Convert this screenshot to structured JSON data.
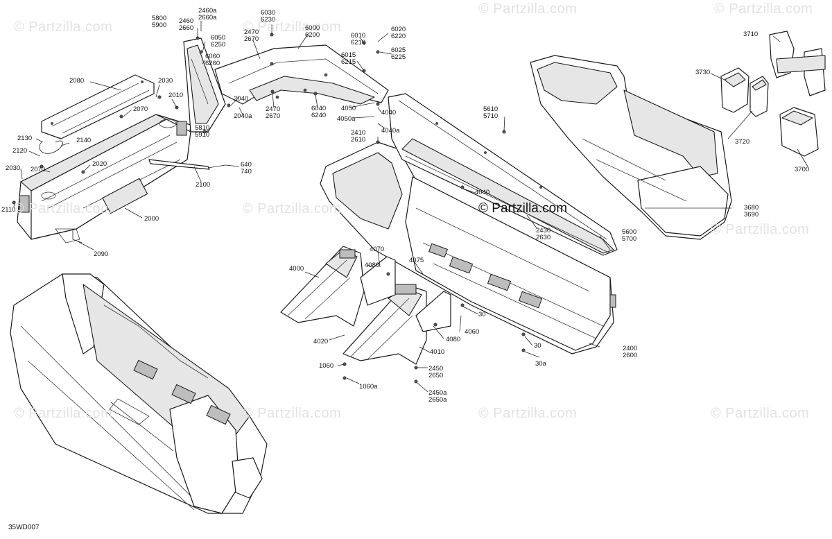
{
  "watermark": {
    "text": "© Partzilla.com",
    "color": "#e2e2e2"
  },
  "center_watermark": "© Partzilla.com",
  "diagram_code": "35WD007",
  "callouts": [
    {
      "id": "c2080",
      "text": "2080"
    },
    {
      "id": "c2030a",
      "text": "2030"
    },
    {
      "id": "c2010",
      "text": "2010"
    },
    {
      "id": "c2070a",
      "text": "2070"
    },
    {
      "id": "c2130",
      "text": "2130"
    },
    {
      "id": "c2140",
      "text": "2140"
    },
    {
      "id": "c2120",
      "text": "2120"
    },
    {
      "id": "c2030b",
      "text": "2030"
    },
    {
      "id": "c2070b",
      "text": "2070"
    },
    {
      "id": "c2020",
      "text": "2020"
    },
    {
      "id": "c2110",
      "text": "2110"
    },
    {
      "id": "c2000",
      "text": "2000"
    },
    {
      "id": "c2090",
      "text": "2090"
    },
    {
      "id": "c2100",
      "text": "2100"
    },
    {
      "id": "c640",
      "text": "640\n740"
    },
    {
      "id": "c5800",
      "text": "5800\n5900"
    },
    {
      "id": "c2460",
      "text": "2460\n2660"
    },
    {
      "id": "c2460a",
      "text": "2460a\n2660a"
    },
    {
      "id": "c6050",
      "text": "6050\n6250"
    },
    {
      "id": "c6060",
      "text": "6060\n6260"
    },
    {
      "id": "c5810",
      "text": "5810\n5910"
    },
    {
      "id": "c2470a",
      "text": "2470\n2670"
    },
    {
      "id": "c6030",
      "text": "6030\n6230"
    },
    {
      "id": "c6000",
      "text": "6000\n6200"
    },
    {
      "id": "c6010",
      "text": "6010\n6210"
    },
    {
      "id": "c6020",
      "text": "6020\n6220"
    },
    {
      "id": "c6025",
      "text": "6025\n6225"
    },
    {
      "id": "c6015",
      "text": "6015\n6215"
    },
    {
      "id": "c2040",
      "text": "2040"
    },
    {
      "id": "c2040a",
      "text": "2040a"
    },
    {
      "id": "c2470b",
      "text": "2470\n2670"
    },
    {
      "id": "c6040",
      "text": "6040\n6240"
    },
    {
      "id": "c4050",
      "text": "4050"
    },
    {
      "id": "c4050a",
      "text": "4050a"
    },
    {
      "id": "c4040a",
      "text": "4040"
    },
    {
      "id": "c4040aa",
      "text": "4040a"
    },
    {
      "id": "c2410",
      "text": "2410\n2610"
    },
    {
      "id": "c5610",
      "text": "5610\n5710"
    },
    {
      "id": "c4040b",
      "text": "4040"
    },
    {
      "id": "c2430",
      "text": "2430\n2630"
    },
    {
      "id": "c5600",
      "text": "5600\n5700"
    },
    {
      "id": "c3710",
      "text": "3710"
    },
    {
      "id": "c3730",
      "text": "3730"
    },
    {
      "id": "c3720",
      "text": "3720"
    },
    {
      "id": "c3700",
      "text": "3700"
    },
    {
      "id": "c3680",
      "text": "3680\n3690"
    },
    {
      "id": "c4070",
      "text": "4070"
    },
    {
      "id": "c4075",
      "text": "4075"
    },
    {
      "id": "c4080a",
      "text": "4080"
    },
    {
      "id": "c4000",
      "text": "4000"
    },
    {
      "id": "c4020",
      "text": "4020"
    },
    {
      "id": "c4010",
      "text": "4010"
    },
    {
      "id": "c4080b",
      "text": "4080"
    },
    {
      "id": "c4060",
      "text": "4060"
    },
    {
      "id": "c30a",
      "text": "30"
    },
    {
      "id": "c30b",
      "text": "30"
    },
    {
      "id": "c30aa",
      "text": "30a"
    },
    {
      "id": "c2400",
      "text": "2400\n2600"
    },
    {
      "id": "c1060",
      "text": "1060"
    },
    {
      "id": "c1060a",
      "text": "1060a"
    },
    {
      "id": "c2450",
      "text": "2450\n2650"
    },
    {
      "id": "c2450a",
      "text": "2450a\n2650a"
    }
  ]
}
